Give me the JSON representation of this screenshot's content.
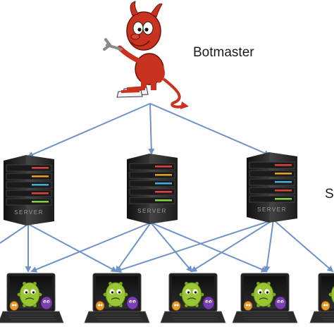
{
  "diagram": {
    "botmaster_label": "Botmaster",
    "servers_label": "S",
    "server_plate_text": "SERVER",
    "colors": {
      "arrow": "#6f93c9",
      "devil_red": "#c8321f",
      "server_body": "#2b2b2b",
      "laptop_body": "#1e1e1e",
      "virus_green": "#9bc634",
      "virus_purple": "#7b3fb3",
      "virus_orange": "#e79a2a"
    },
    "nodes": {
      "botmaster": "devil-mascot",
      "servers": [
        "server-1",
        "server-2",
        "server-3"
      ],
      "bots": [
        "bot-1",
        "bot-2",
        "bot-3",
        "bot-4",
        "bot-5"
      ]
    }
  }
}
